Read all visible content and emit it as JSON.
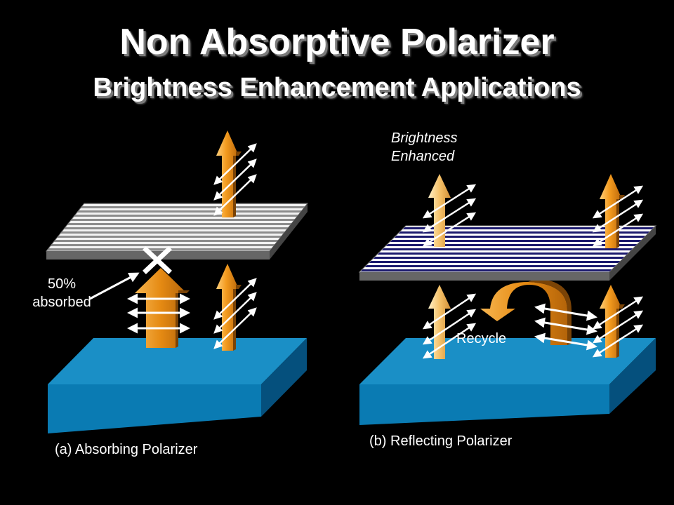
{
  "title": "Non Absorptive Polarizer",
  "subtitle": "Brightness Enhancement Applications",
  "panel_a": {
    "absorbed_line1": "50%",
    "absorbed_line2": "absorbed",
    "caption": "(a) Absorbing Polarizer"
  },
  "panel_b": {
    "enhanced_line1": "Brightness",
    "enhanced_line2": "Enhanced",
    "recycle": "Recycle",
    "caption": "(b) Reflecting Polarizer"
  },
  "colors": {
    "background": "#000000",
    "substrate": "#0a7bb3",
    "arrow_orange": "#e8870f",
    "arrow_light": "#f4b45c",
    "absorbing_grid": "#9a9a9a",
    "reflecting_grid": "#1c1a6e"
  }
}
